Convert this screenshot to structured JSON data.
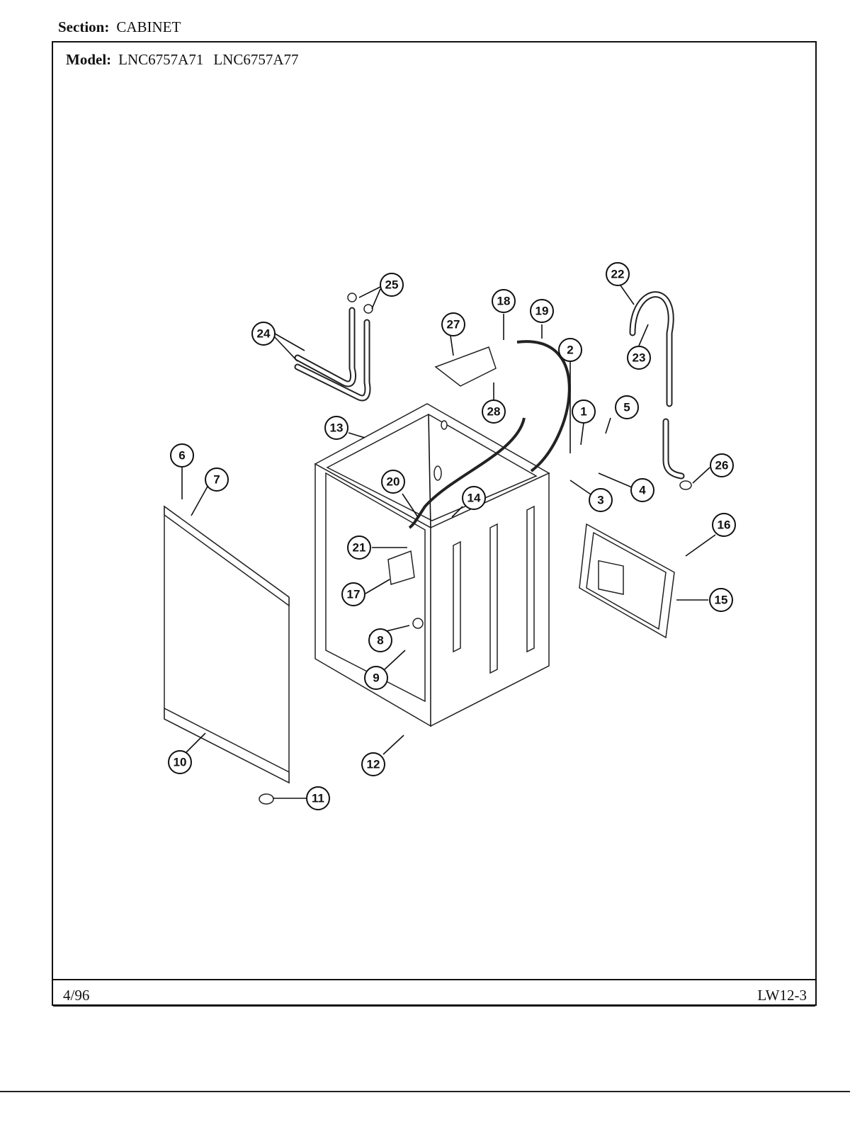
{
  "header": {
    "section_label": "Section:",
    "section_value": "CABINET"
  },
  "model": {
    "label": "Model:",
    "values": [
      "LNC6757A71",
      "LNC6757A77"
    ]
  },
  "footer": {
    "date": "4/96",
    "code": "LW12-3"
  },
  "callouts": [
    "1",
    "2",
    "3",
    "4",
    "5",
    "6",
    "7",
    "8",
    "9",
    "10",
    "11",
    "12",
    "13",
    "14",
    "15",
    "16",
    "17",
    "18",
    "19",
    "20",
    "21",
    "22",
    "23",
    "24",
    "25",
    "26",
    "27",
    "28"
  ]
}
